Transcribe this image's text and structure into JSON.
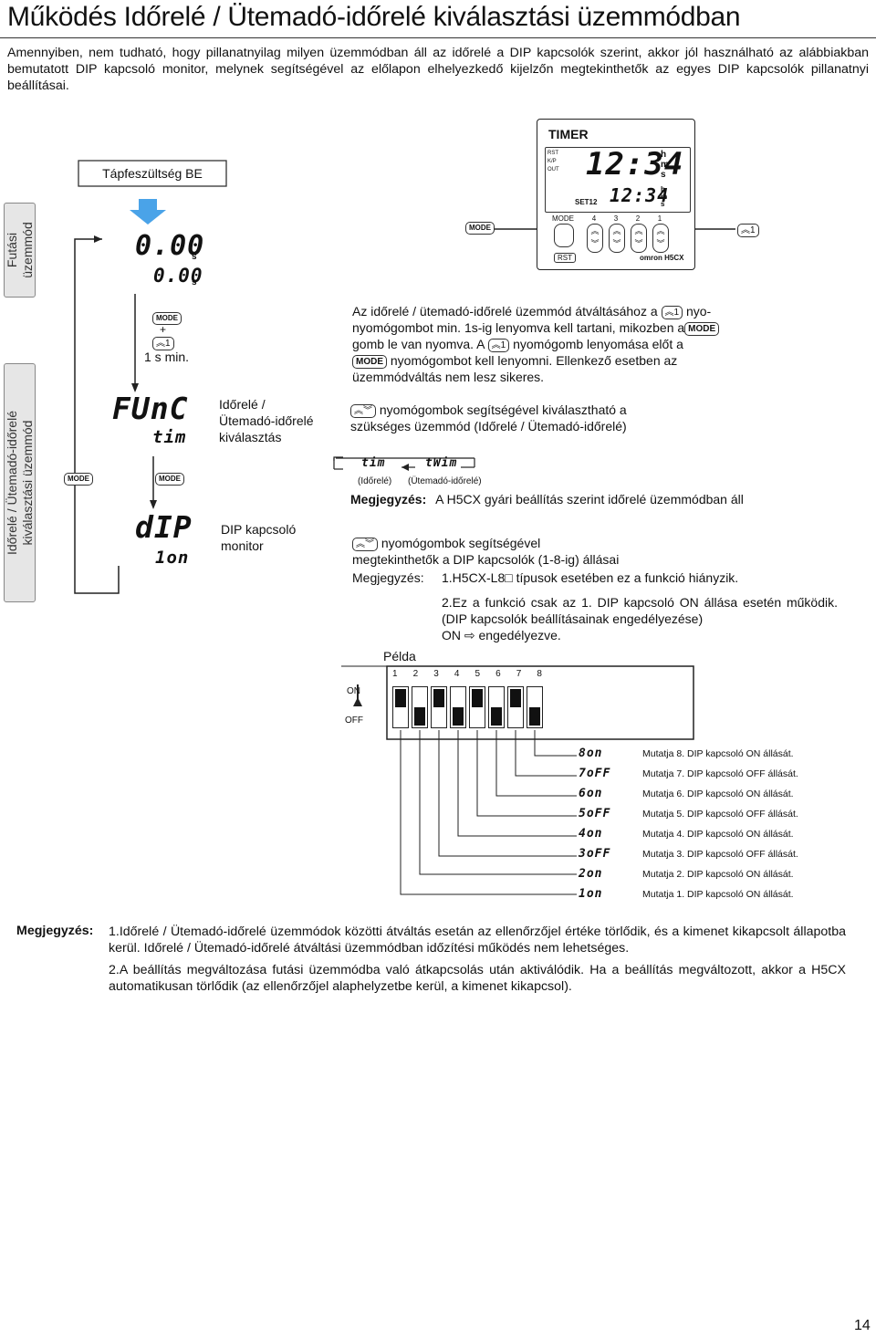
{
  "title": "Működés Időrelé / Ütemadó-időrelé kiválasztási üzemmódban",
  "intro": "Amennyiben, nem tudható, hogy pillanatnyilag milyen üzemmódban áll az időrelé a DIP kapcsolók szerint, akkor jól használható az alábbiakban bemutatott DIP kapcsoló monitor, melynek segítségével az előlapon elhelyezkedő kijelzőn megtekinthetők az egyes DIP kapcsolók pillanatnyi beállításai.",
  "side_tabs": {
    "run_mode": "Futási\nüzemmód",
    "select_mode": "Időrelé / Ütemadó-időrelé\nkiválasztási üzemmód"
  },
  "power_on": "Tápfeszültség BE",
  "keys": {
    "mode": "MODE",
    "up1": "1",
    "plus": "+",
    "one_s": "1 s min."
  },
  "lcd_run": {
    "top": "0.00",
    "bottom": "0.00",
    "unit": "s"
  },
  "lcd_func": {
    "top": "FUnC",
    "bottom": "tim"
  },
  "lcd_dip": {
    "top": "dIP",
    "bottom": "1on"
  },
  "label_func": "Időrelé /\nÜtemadó-időrelé\nkiválasztás",
  "label_dip": "DIP kapcsoló\nmonitor",
  "timer": {
    "title": "TIMER",
    "rst": "RST",
    "kp": "K/P",
    "out": "OUT",
    "main": "12:34",
    "set_label": "SET12",
    "set": "12:34",
    "units": "h\nm\ns",
    "mode": "MODE",
    "rst_btn": "RST",
    "brand": "omron H5CX",
    "nums": [
      "4",
      "3",
      "2",
      "1"
    ]
  },
  "instr1": "Az időrelé / ütemadó-időrelé üzemmód átváltásához a",
  "instr1b": "nyo-",
  "instr2": "nyomógombot min. 1s-ig lenyomva kell tartani, mikozben a",
  "instr3": "gomb le van nyomva. A",
  "instr3b": "nyomógomb lenyomása előt a",
  "instr4": "nyomógombot kell lenyomni. Ellenkező esetben az",
  "instr5": "üzemmódváltás nem lesz sikeres.",
  "select_text1": "nyomógombok segítségével kiválasztható a",
  "select_text2": "szükséges üzemmód (Időrelé / Ütemadó-időrelé)",
  "mode_disp": {
    "a": "tim",
    "b": "tWim",
    "a_label": "(Időrelé)",
    "b_label": "(Ütemadó-időrelé)"
  },
  "note1_label": "Megjegyzés:",
  "note1": "A H5CX gyári beállítás szerint időrelé üzemmódban áll",
  "monitor_text1": "nyomógombok segítségével",
  "monitor_text2": "megtekinthetők a DIP kapcsolók (1-8-ig) állásai",
  "note2_label": "Megjegyzés:",
  "note2_1": "1.H5CX-L8□ típusok esetében ez a funkció hiányzik.",
  "note2_2": "2.Ez a funkció csak az 1. DIP kapcsoló ON állása esetén működik. (DIP kapcsolók beállításainak engedélyezése)",
  "note2_3": "ON ⇨ engedélyezve.",
  "example": "Példa",
  "dip_numbers": [
    "1",
    "2",
    "3",
    "4",
    "5",
    "6",
    "7",
    "8"
  ],
  "dip_on": "ON",
  "dip_off": "OFF",
  "dip_states": [
    true,
    false,
    true,
    false,
    true,
    false,
    true,
    false
  ],
  "dip_list": [
    {
      "disp": "8on",
      "text": "Mutatja 8. DIP kapcsoló ON állását."
    },
    {
      "disp": "7oFF",
      "text": "Mutatja 7. DIP kapcsoló OFF állását."
    },
    {
      "disp": "6on",
      "text": "Mutatja 6. DIP kapcsoló ON állását."
    },
    {
      "disp": "5oFF",
      "text": "Mutatja 5. DIP kapcsoló OFF állását."
    },
    {
      "disp": "4on",
      "text": "Mutatja 4. DIP kapcsoló ON állását."
    },
    {
      "disp": "3oFF",
      "text": "Mutatja 3. DIP kapcsoló OFF állását."
    },
    {
      "disp": "2on",
      "text": "Mutatja 2. DIP kapcsoló ON állását."
    },
    {
      "disp": "1on",
      "text": "Mutatja 1. DIP kapcsoló ON állását."
    }
  ],
  "footer_label": "Megjegyzés:",
  "footer1": "1.Időrelé / Ütemadó-időrelé üzemmódok közötti átváltás esetán az ellenőrzőjel értéke törlődik, és a kimenet kikapcsolt állapotba kerül. Időrelé / Ütemadó-időrelé átváltási üzemmódban időzítési működés nem lehetséges.",
  "footer2": "2.A beállítás megváltozása futási üzemmódba való átkapcsolás után aktiválódik. Ha a beállítás megváltozott, akkor a H5CX automatikusan törlődik (az ellenőrzőjel alaphelyzetbe kerül, a kimenet kikapcsol).",
  "page_number": "14"
}
